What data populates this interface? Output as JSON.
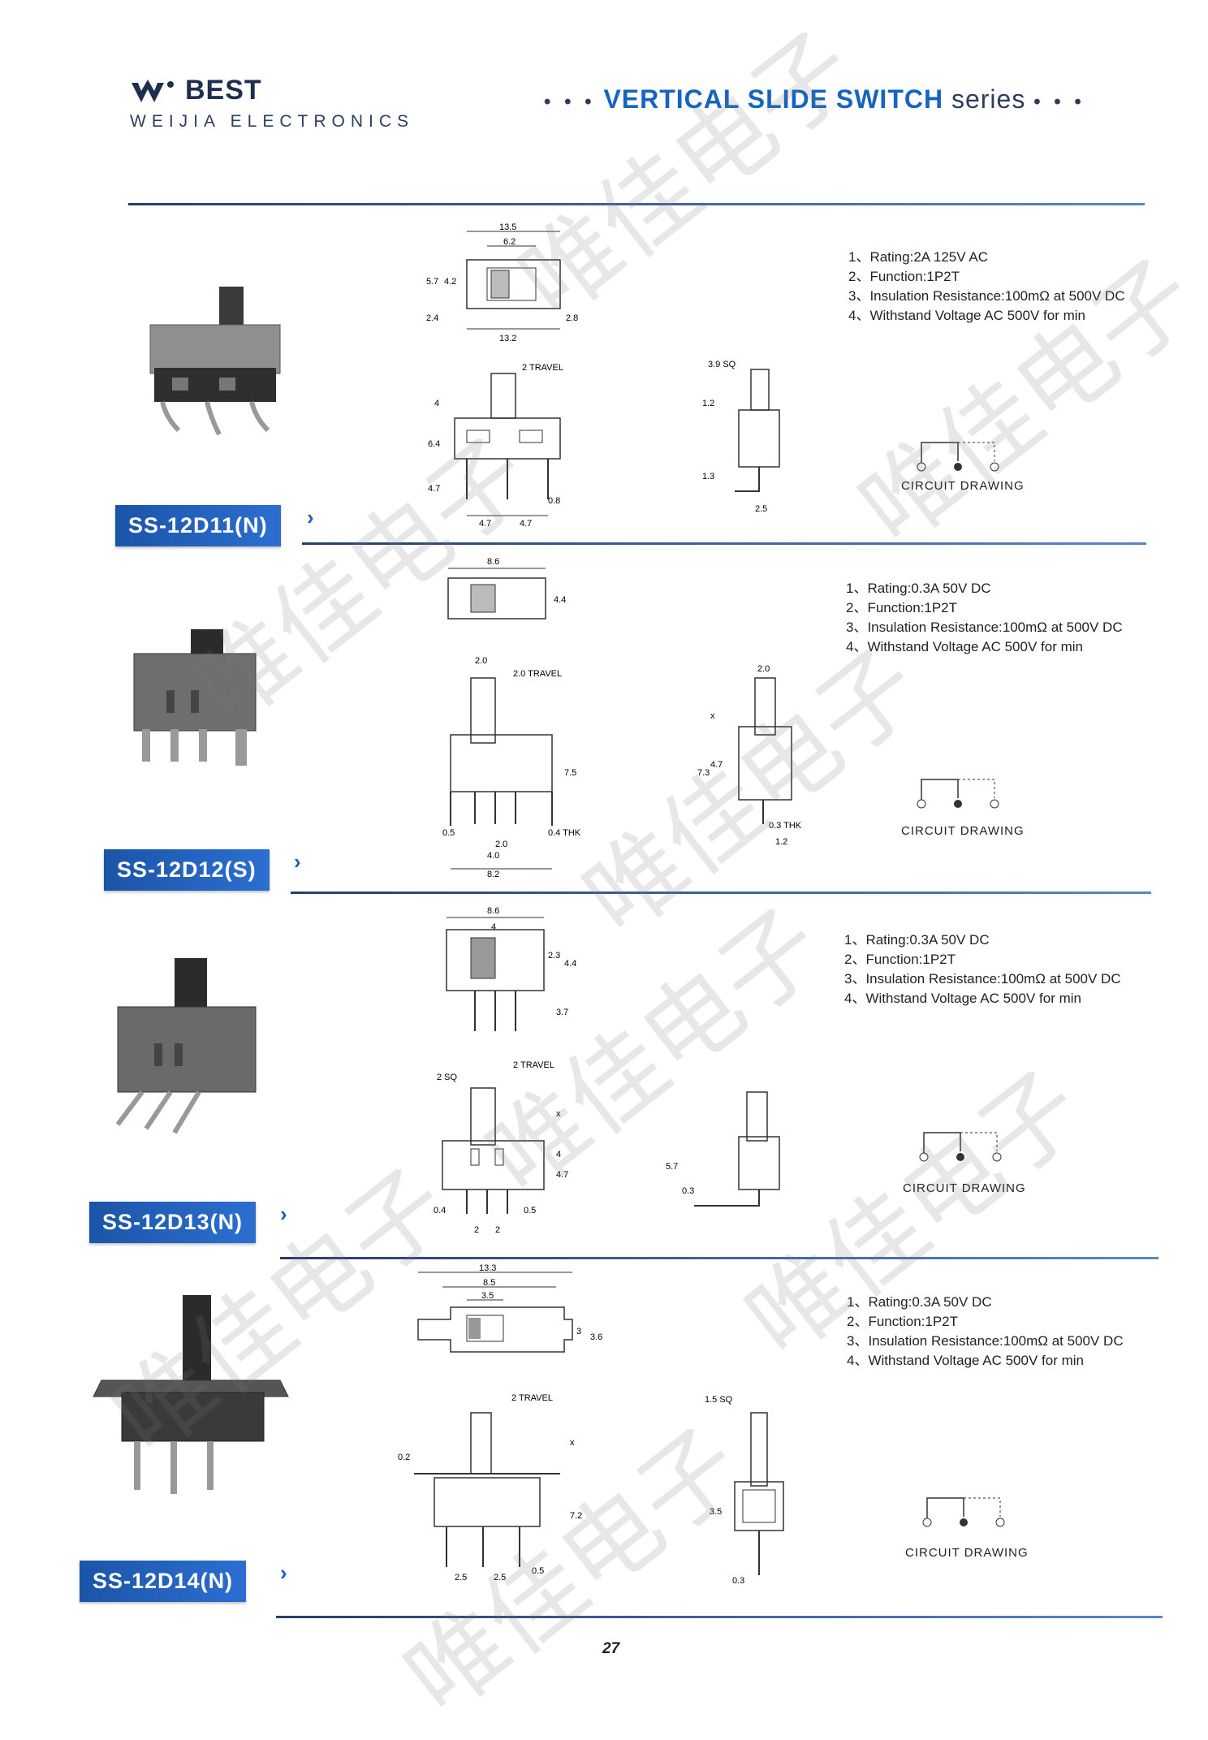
{
  "header": {
    "brand_name": "BEST",
    "brand_sub": "WEIJIA ELECTRONICS",
    "series_dots_left": "• • •",
    "series_main": "VERTICAL SLIDE SWITCH",
    "series_suffix": "series",
    "series_dots_right": "• • •"
  },
  "products": [
    {
      "model": "SS-12D11(N)",
      "specs": [
        "1、Rating:2A 125V AC",
        "2、Function:1P2T",
        "3、Insulation Resistance:100mΩ at 500V DC",
        "4、Withstand Voltage AC 500V for min"
      ],
      "dims_top": [
        "13.5",
        "6.2",
        "5.7",
        "4.2",
        "2.4",
        "2.8",
        "13.2"
      ],
      "dims_front": [
        "2 TRAVEL",
        "4",
        "6.4",
        "4.7",
        "4.7",
        "4.7",
        "0.8"
      ],
      "dims_side": [
        "3.9 SQ",
        "1.2",
        "1.3",
        "2.5"
      ],
      "circuit_label": "CIRCUIT DRAWING"
    },
    {
      "model": "SS-12D12(S)",
      "specs": [
        "1、Rating:0.3A 50V DC",
        "2、Function:1P2T",
        "3、Insulation Resistance:100mΩ at 500V DC",
        "4、Withstand Voltage AC 500V for min"
      ],
      "dims_top": [
        "8.6",
        "4.4"
      ],
      "dims_front": [
        "2.0",
        "2.0 TRAVEL",
        "7.5",
        "0.5",
        "2.0",
        "4.0",
        "8.2",
        "0.4 THK"
      ],
      "dims_side": [
        "2.0",
        "x",
        "4.7",
        "7.3",
        "0.3 THK",
        "1.2"
      ],
      "circuit_label": "CIRCUIT DRAWING"
    },
    {
      "model": "SS-12D13(N)",
      "specs": [
        "1、Rating:0.3A 50V DC",
        "2、Function:1P2T",
        "3、Insulation Resistance:100mΩ at 500V DC",
        "4、Withstand Voltage AC 500V for min"
      ],
      "dims_top": [
        "8.6",
        "4",
        "2.3",
        "4.4",
        "3.7"
      ],
      "dims_front": [
        "2 SQ",
        "2 TRAVEL",
        "x",
        "4",
        "4.7",
        "0.4",
        "0.5",
        "2",
        "2"
      ],
      "dims_side": [
        "5.7",
        "0.3"
      ],
      "circuit_label": "CIRCUIT DRAWING"
    },
    {
      "model": "SS-12D14(N)",
      "specs": [
        "1、Rating:0.3A 50V DC",
        "2、Function:1P2T",
        "3、Insulation Resistance:100mΩ at 500V DC",
        "4、Withstand Voltage AC 500V for min"
      ],
      "dims_top": [
        "13.3",
        "8.5",
        "3.5",
        "3",
        "3.6"
      ],
      "dims_front": [
        "2 TRAVEL",
        "0.2",
        "x",
        "7.2",
        "2.5",
        "2.5",
        "0.5"
      ],
      "dims_side": [
        "1.5 SQ",
        "3.5",
        "0.3"
      ],
      "circuit_label": "CIRCUIT DRAWING"
    }
  ],
  "page_number": "27",
  "watermark_text": "唯佳电子",
  "colors": {
    "accent_blue": "#1565c0",
    "badge_blue": "#1b55a8",
    "rule_dark": "#2a3d6a"
  }
}
